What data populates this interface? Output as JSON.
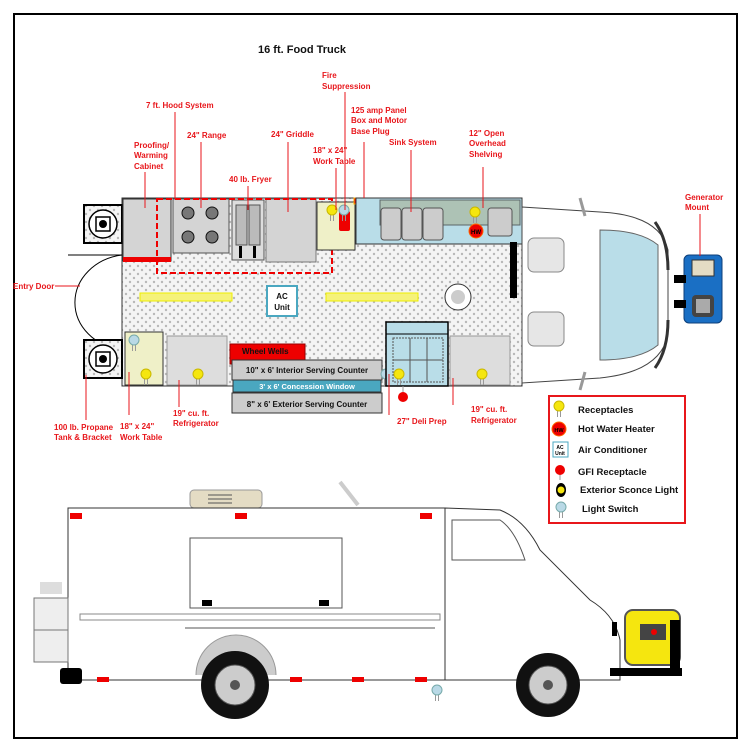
{
  "title": "16 ft. Food Truck",
  "labels": {
    "fire_suppression": [
      "Fire",
      "Suppression"
    ],
    "hood": "7 ft. Hood System",
    "panel": [
      "125 amp Panel",
      "Box and Motor",
      "Base Plug"
    ],
    "range": "24\" Range",
    "griddle": "24\" Griddle",
    "sink": "Sink System",
    "shelving": [
      "12\" Open",
      "Overhead",
      "Shelving"
    ],
    "proofing": [
      "Proofing/",
      "Warming",
      "Cabinet"
    ],
    "fryer": "40 lb. Fryer",
    "work_table_top": [
      "18\" x 24\"",
      "Work Table"
    ],
    "generator": [
      "Generator",
      "Mount"
    ],
    "entry_door": "Entry Door",
    "ac_unit": [
      "AC",
      "Unit"
    ],
    "wheel_wells": "Wheel Wells",
    "interior_counter": "10\" x 6' Interior Serving Counter",
    "concession_window": "3' x 6' Concession Window",
    "exterior_counter": "8\" x 6' Exterior Serving Counter",
    "propane": [
      "100 lb. Propane",
      "Tank & Bracket"
    ],
    "work_table_bottom": [
      "18\" x 24\"",
      "Work Table"
    ],
    "fridge_left": [
      "19\" cu. ft.",
      "Refrigerator"
    ],
    "deli_prep": "27\" Deli Prep",
    "fridge_right": [
      "19\" cu. ft.",
      "Refrigerator"
    ],
    "hw": "HW"
  },
  "legend": [
    {
      "icon": "receptacle-icon",
      "label": "Receptacles"
    },
    {
      "icon": "hot-water-heater-icon",
      "label": "Hot Water Heater",
      "glyph": "HW"
    },
    {
      "icon": "air-conditioner-icon",
      "label": "Air Conditioner",
      "glyph": [
        "AC",
        "Unit"
      ]
    },
    {
      "icon": "gfi-receptacle-icon",
      "label": "GFI Receptacle"
    },
    {
      "icon": "exterior-sconce-light-icon",
      "label": "Exterior Sconce Light"
    },
    {
      "icon": "light-switch-icon",
      "label": "Light Switch"
    }
  ],
  "colors": {
    "label": "#e8161b",
    "receptacle": "#f5e60f",
    "generator": "#1a6fc4",
    "window": "#4aa7c0"
  }
}
